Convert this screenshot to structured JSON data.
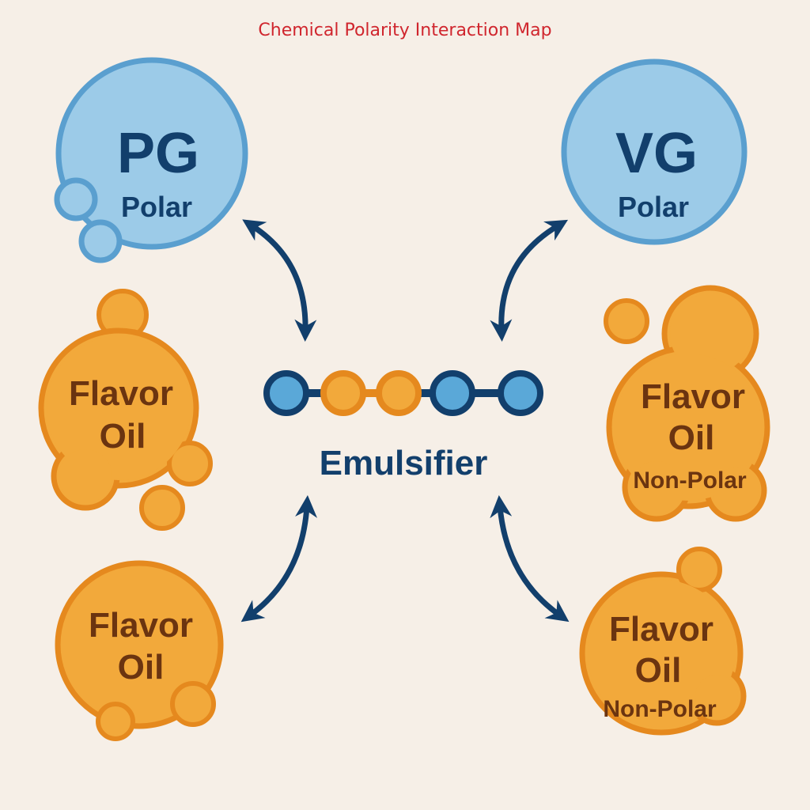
{
  "title": "Chemical Polarity Interaction Map",
  "colors": {
    "background": "#f6efe7",
    "title": "#d0262e",
    "polar_fill": "#9ccbe8",
    "polar_stroke": "#5a9fcf",
    "polar_text": "#123f6c",
    "oil_fill": "#f2a93b",
    "oil_stroke": "#e5891e",
    "oil_text": "#6b3410",
    "arrow": "#123f6c"
  },
  "nodes": {
    "pg": {
      "label": "PG",
      "sublabel": "Polar"
    },
    "vg": {
      "label": "VG",
      "sublabel": "Polar"
    },
    "flavor_left_top": {
      "label_line1": "Flavor",
      "label_line2": "Oil"
    },
    "flavor_left_bottom": {
      "label_line1": "Flavor",
      "label_line2": "Oil"
    },
    "flavor_right_top": {
      "label_line1": "Flavor",
      "label_line2": "Oil",
      "sublabel": "Non-Polar"
    },
    "flavor_right_bottom": {
      "label_line1": "Flavor",
      "label_line2": "Oil",
      "sublabel": "Non-Polar"
    },
    "emulsifier": {
      "label": "Emulsifier",
      "beads": [
        "polar",
        "non-polar",
        "non-polar",
        "polar",
        "polar"
      ]
    }
  }
}
